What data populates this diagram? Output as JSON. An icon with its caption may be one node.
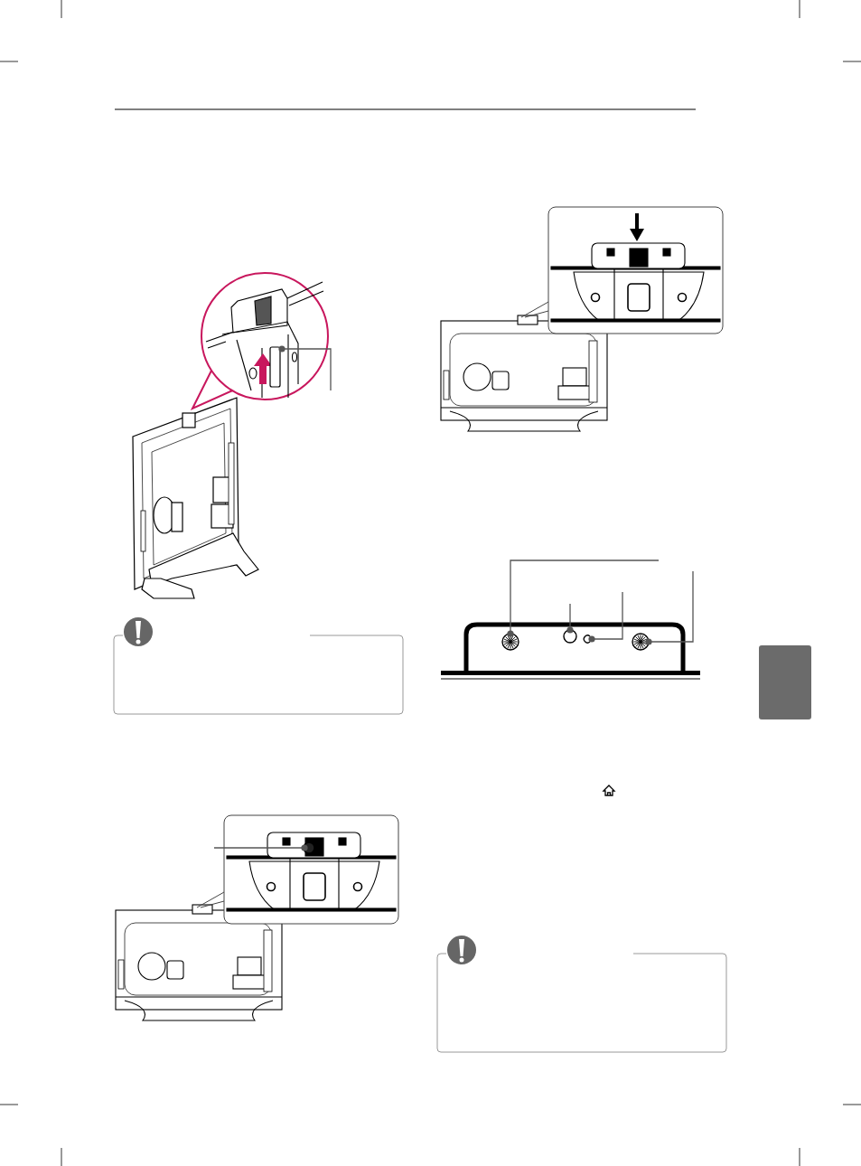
{
  "diagram": {
    "nodes": [
      {
        "text": [],
        "shape": "box"
      },
      {
        "text": [],
        "shape": "box"
      },
      {
        "text": [],
        "shape": "box"
      },
      {
        "text": [],
        "shape": "circle"
      },
      {
        "text": [],
        "shape": "circle"
      },
      {
        "text": [],
        "shape": "circle"
      },
      {
        "text": [],
        "shape": "circle"
      },
      {
        "text": [],
        "shape": "circle"
      },
      {
        "text": [],
        "shape": "box"
      }
    ],
    "edges": [
      {
        "from": null,
        "to": 2,
        "arrow": "other"
      },
      {
        "from": null,
        "to": 3,
        "arrow": "other"
      },
      {
        "from": null,
        "to": 4,
        "arrow": "other"
      },
      {
        "from": null,
        "to": 5,
        "arrow": "other"
      },
      {
        "from": null,
        "to": 6,
        "arrow": "other"
      },
      {
        "from": null,
        "to": 7,
        "arrow": "other"
      }
    ]
  }
}
